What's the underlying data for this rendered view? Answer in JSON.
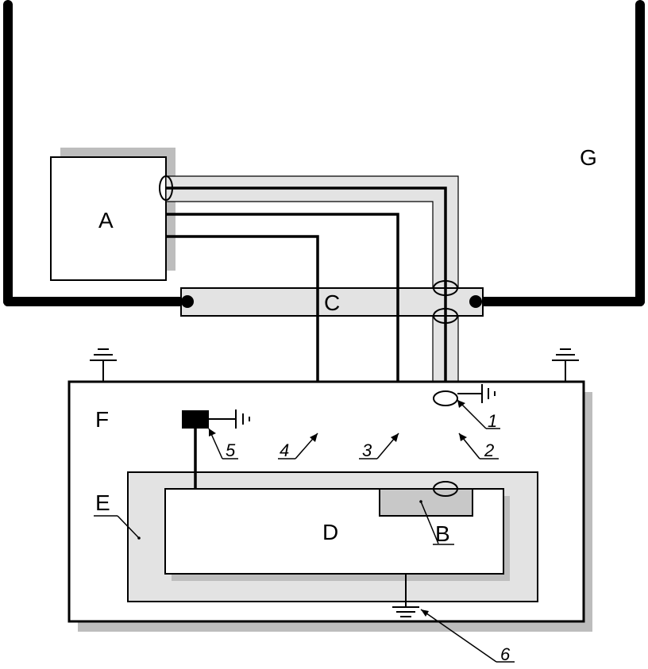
{
  "labels": {
    "a": "A",
    "b": "B",
    "c": "C",
    "d": "D",
    "e": "E",
    "f": "F",
    "g": "G"
  },
  "callouts": [
    "1",
    "2",
    "3",
    "4",
    "5",
    "6"
  ],
  "colors": {
    "line": "#000000",
    "shield_fill": "#e3e3e3",
    "shadow": "#bdbdbd",
    "block_b": "#c8c8c8",
    "ground_pad": "#000000",
    "background": "#ffffff"
  },
  "icons": [
    "ground-symbol",
    "chassis-ground-symbol",
    "cable-shield-ring"
  ]
}
